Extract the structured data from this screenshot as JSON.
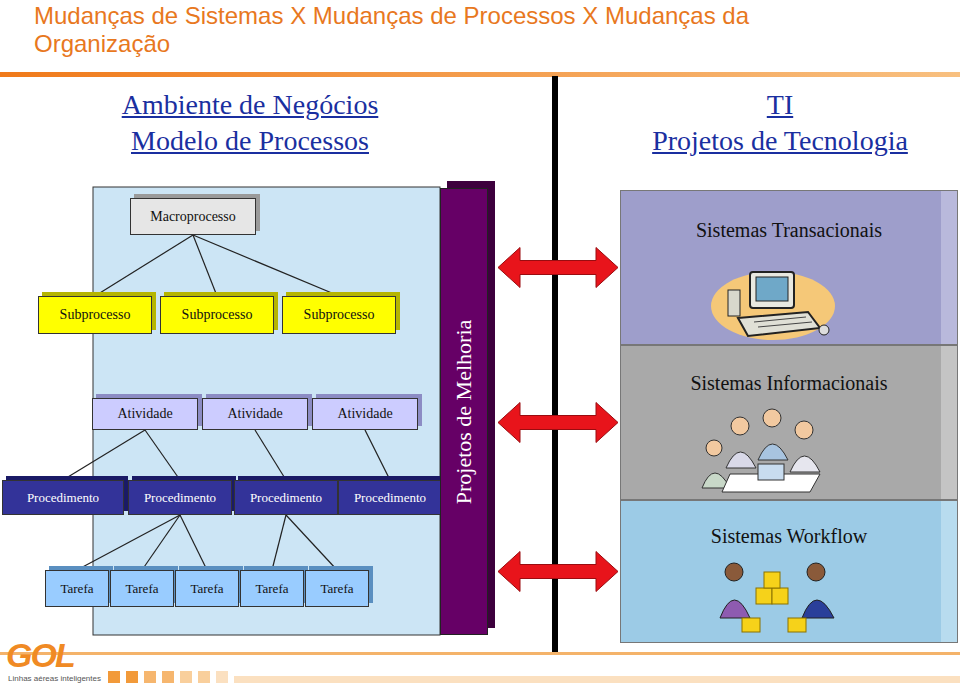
{
  "diagram": {
    "title": "Mudanças de Sistemas X Mudanças de Processos X Mudanças da Organização",
    "nodes": [
      {
        "text": [
          "Macroprocesso"
        ]
      },
      {
        "text": [
          "Subprocesso"
        ]
      },
      {
        "text": [
          "Subprocesso"
        ]
      },
      {
        "text": [
          "Subprocesso"
        ]
      },
      {
        "text": [
          "Atividade"
        ]
      },
      {
        "text": [
          "Atividade"
        ]
      },
      {
        "text": [
          "Atividade"
        ]
      },
      {
        "text": [
          "Procedimento"
        ]
      },
      {
        "text": [
          "Procedimento"
        ]
      },
      {
        "text": [
          "Procedimento"
        ]
      },
      {
        "text": [
          "Procedimento"
        ]
      },
      {
        "text": [
          "Tarefa"
        ]
      },
      {
        "text": [
          "Tarefa"
        ]
      },
      {
        "text": [
          "Tarefa"
        ]
      },
      {
        "text": [
          "Tarefa"
        ]
      },
      {
        "text": [
          "Tarefa"
        ]
      },
      {
        "text": [
          "Projetos de Melhoria"
        ]
      },
      {
        "text": [
          "Sistemas Transacionais"
        ]
      },
      {
        "text": [
          "Sistemas Informacionais"
        ]
      },
      {
        "text": [
          "Sistemas Workflow"
        ]
      }
    ],
    "edges": [
      {
        "from": 0,
        "to": 1,
        "arrow": "none"
      },
      {
        "from": 0,
        "to": 2,
        "arrow": "none"
      },
      {
        "from": 0,
        "to": 3,
        "arrow": "none"
      },
      {
        "from": 4,
        "to": 7,
        "arrow": "none"
      },
      {
        "from": 4,
        "to": 8,
        "arrow": "none"
      },
      {
        "from": 5,
        "to": 9,
        "arrow": "none"
      },
      {
        "from": 6,
        "to": 10,
        "arrow": "none"
      },
      {
        "from": 8,
        "to": 11,
        "arrow": "none"
      },
      {
        "from": 8,
        "to": 12,
        "arrow": "none"
      },
      {
        "from": 8,
        "to": 13,
        "arrow": "none"
      },
      {
        "from": 9,
        "to": 14,
        "arrow": "none"
      },
      {
        "from": 9,
        "to": 15,
        "arrow": "none"
      },
      {
        "from": 16,
        "to": 17,
        "arrow": "both"
      },
      {
        "from": 16,
        "to": 18,
        "arrow": "both"
      },
      {
        "from": 16,
        "to": 19,
        "arrow": "both"
      }
    ],
    "labels": [
      "Ambiente de Negócios",
      "Modelo de Processos",
      "TI",
      "Projetos de Tecnologia",
      "GOL",
      "Linhas aéreas inteligentes"
    ]
  }
}
